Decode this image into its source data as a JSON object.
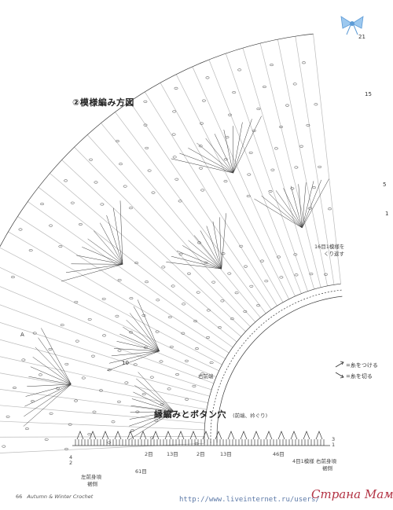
{
  "title_main": "②模様編み方図",
  "title_sub": "縁編みとボタン穴",
  "title_sub_paren": "(前端、衿ぐり)",
  "row_numbers": {
    "r21": "21",
    "r15": "15",
    "r10": "10",
    "r5": "5",
    "r1": "1"
  },
  "repeat_note": [
    "16目1模様を",
    "くり返す"
  ],
  "label_right_front": "右前端",
  "label_A": "A",
  "legend": {
    "attach": "=糸をつける",
    "cut": "=糸を切る"
  },
  "border_counts": [
    "2目",
    "13目",
    "2目",
    "13目",
    "46目",
    "4目1模様"
  ],
  "stitch_61": "61目",
  "border_left_label": [
    "左前身頃",
    "裾側"
  ],
  "border_right_label": [
    "右前身頃",
    "裾側"
  ],
  "border_rows": {
    "r1": "1",
    "r2": "2",
    "r3": "3",
    "r4": "4"
  },
  "page_number": "66",
  "page_caption": "Autumn & Winter Crochet",
  "watermark_url": "http://www.liveinternet.ru/users/",
  "site_logo": "Страна Мам",
  "colors": {
    "line": "#3a3a3a",
    "ink": "#222222",
    "logo": "#b33344",
    "watermark": "#5d7aa8",
    "bow": "#7fb8e6"
  }
}
